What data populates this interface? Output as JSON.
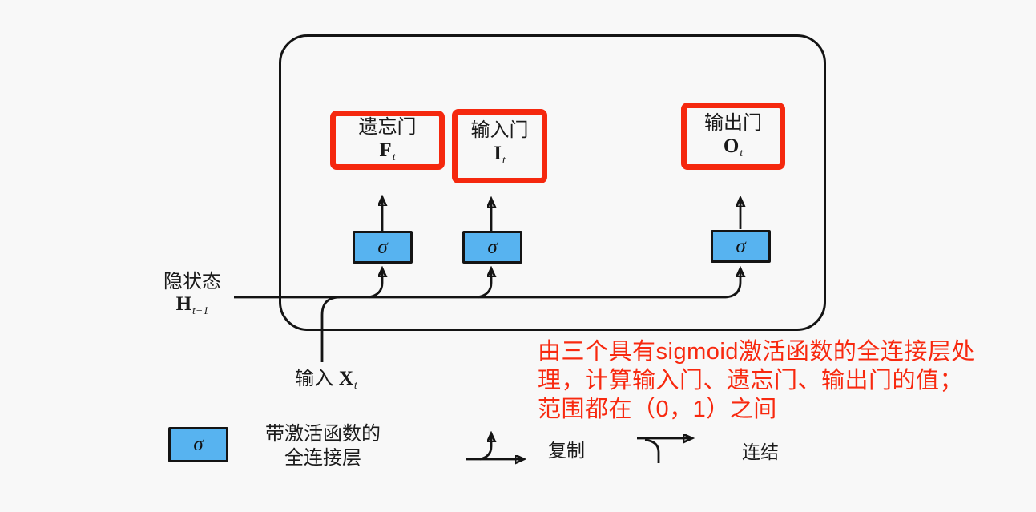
{
  "colors": {
    "background": "#f8f8f8",
    "line": "#141414",
    "sigma_box_blue": "#57b3f0",
    "annotation_red": "#f8290f"
  },
  "diagram": {
    "gates": [
      {
        "name": "遗忘门",
        "symbol": "F",
        "subscript": "t"
      },
      {
        "name": "输入门",
        "symbol": "I",
        "subscript": "t"
      },
      {
        "name": "输出门",
        "symbol": "O",
        "subscript": "t"
      }
    ],
    "sigma_symbol": "σ",
    "hidden_state": {
      "label": "隐状态",
      "symbol": "H",
      "subscript": "t−1"
    },
    "input": {
      "label": "输入",
      "symbol": "X",
      "subscript": "t"
    }
  },
  "legend": {
    "sigma_symbol": "σ",
    "fc_layer_line1": "带激活函数的",
    "fc_layer_line2": "全连接层",
    "copy_label": "复制",
    "concat_label": "连结"
  },
  "annotation": {
    "lines": [
      "由三个具有sigmoid激活函数的全连接层处",
      "理，计算输入门、遗忘门、输出门的值；",
      "范围都在（0，1）之间"
    ]
  }
}
